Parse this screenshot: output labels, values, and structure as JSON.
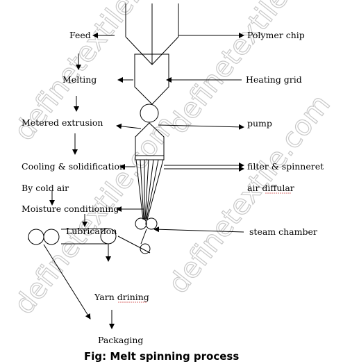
{
  "labels": {
    "feed": "Feed",
    "polymer_chip": "Polymer chip",
    "melting": "Melting",
    "heating_grid": "Heating grid",
    "metered_extrusion": "Metered extrusion",
    "pump": "pump",
    "cooling": "Cooling & solidification",
    "filter_spinneret": "filter & spinneret",
    "by_cold_air": "By cold air",
    "air_diffular": "air diffular",
    "moisture": "Moisture conditioning",
    "lubrication": "Lubrication",
    "steam_chamber": "steam chamber",
    "yarn_drining": "Yarn drining",
    "packaging": "Packaging"
  },
  "caption": "Fig: Melt spinning process",
  "watermark": "definetextile.com"
}
